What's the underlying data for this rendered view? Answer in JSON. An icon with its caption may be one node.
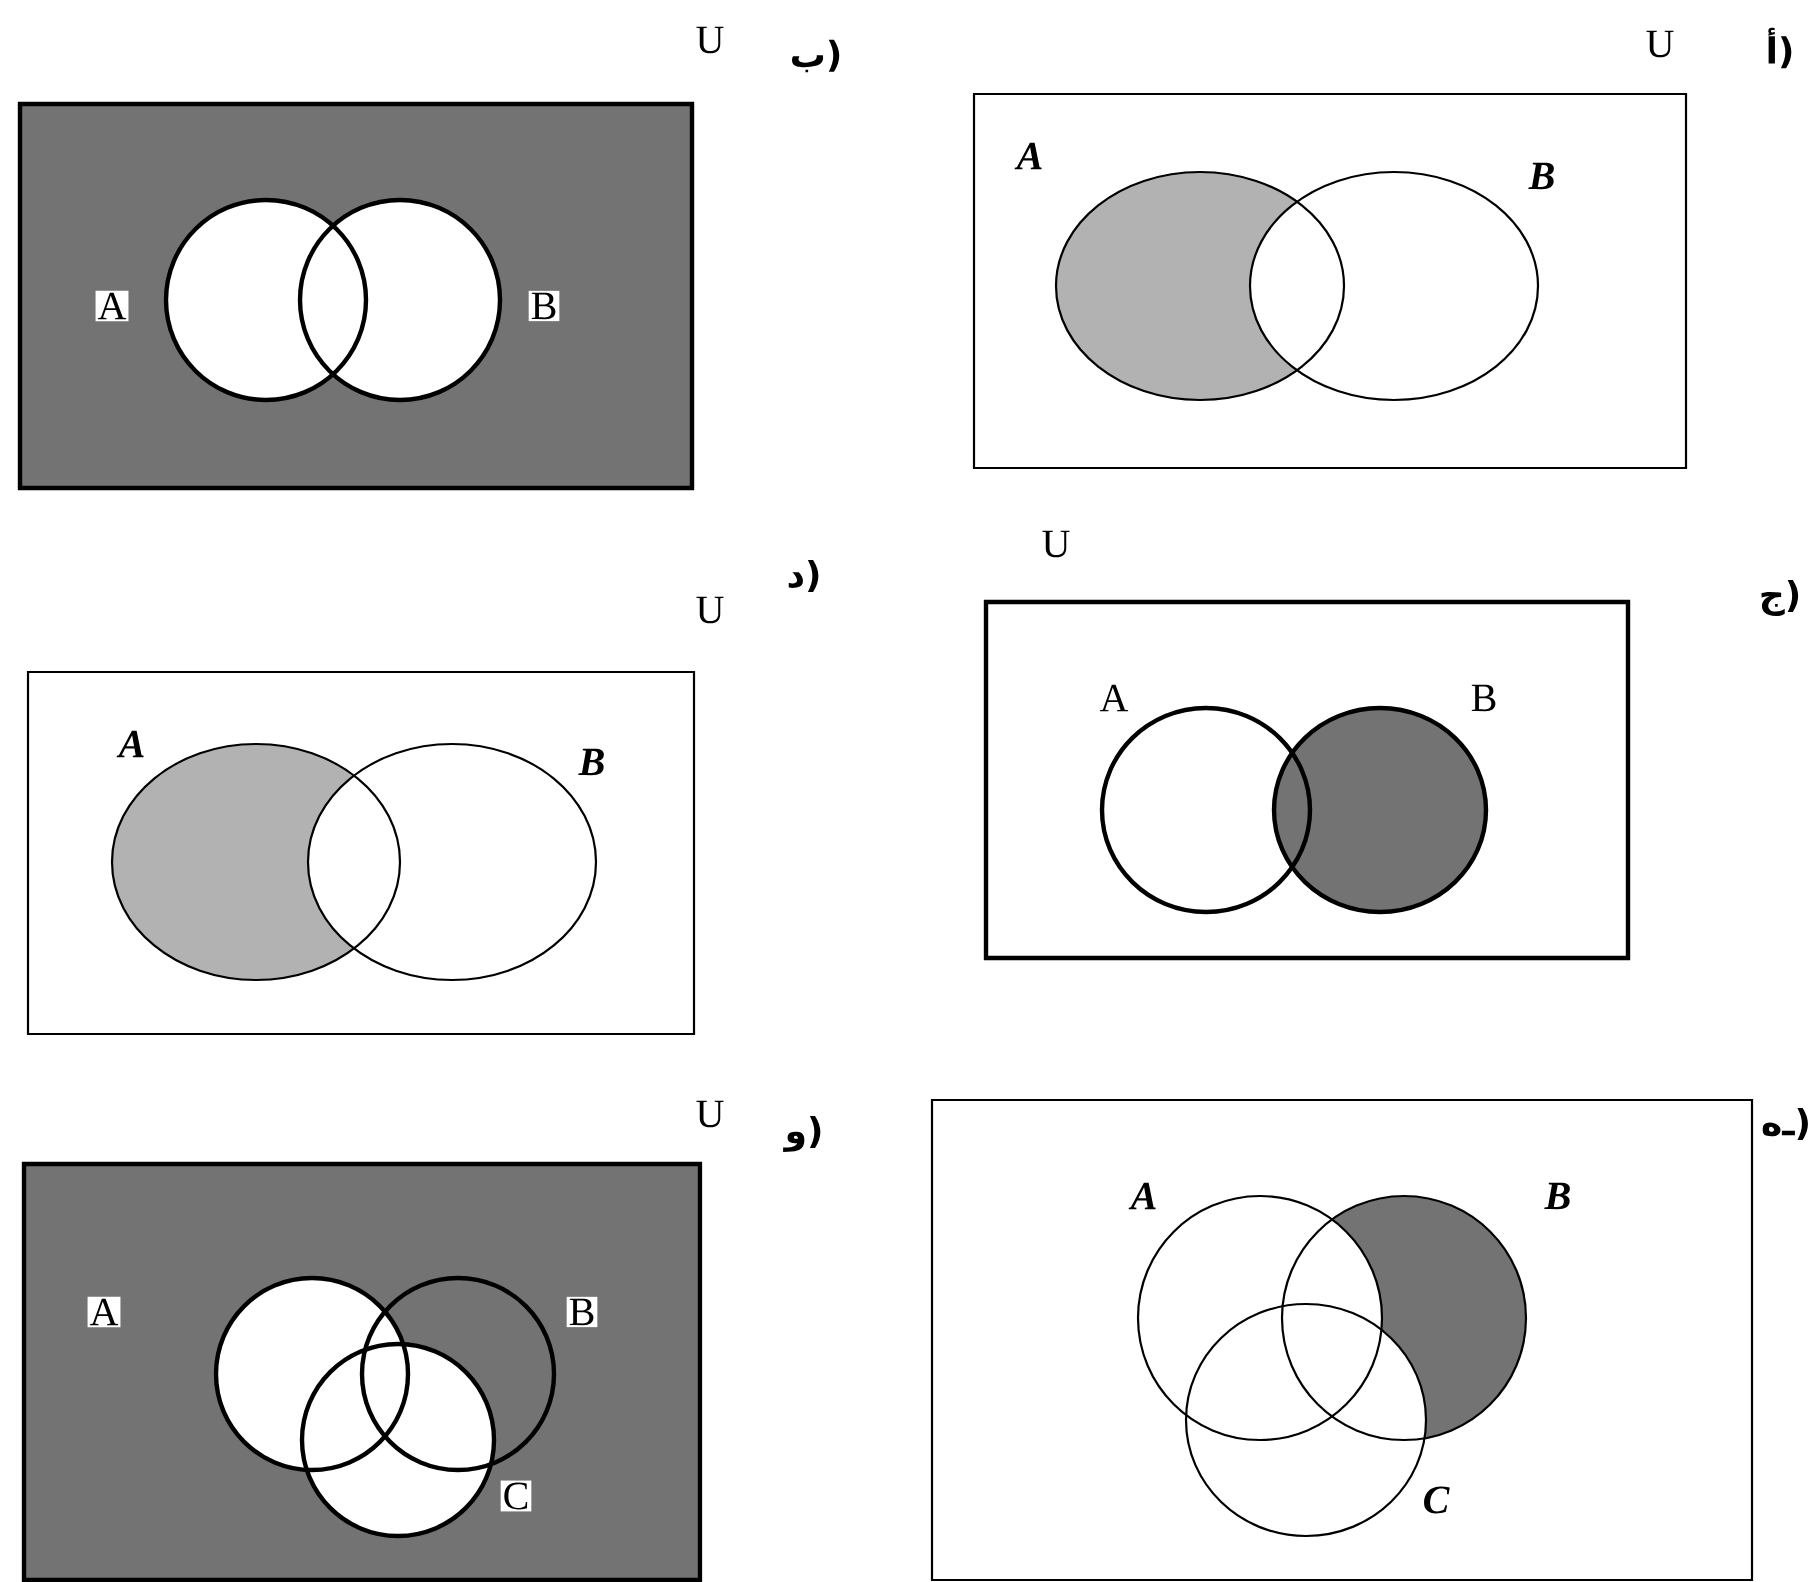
{
  "diagram": {
    "nodes": [
      {
        "text": [
          "U"
        ],
        "beside": [
          "أ)"
        ]
      },
      {
        "text": [
          "A"
        ],
        "in": 0
      },
      {
        "text": [
          "B"
        ],
        "in": 0
      },
      {
        "text": [
          "U"
        ],
        "beside": [
          "ب)"
        ]
      },
      {
        "text": [
          "A"
        ],
        "in": 3
      },
      {
        "text": [
          "B"
        ],
        "in": 3
      },
      {
        "text": [
          "U"
        ],
        "beside": [
          "ج)"
        ]
      },
      {
        "text": [
          "A"
        ],
        "in": 6
      },
      {
        "text": [
          "B"
        ],
        "in": 6
      },
      {
        "text": [
          "U"
        ],
        "beside": [
          "د)"
        ]
      },
      {
        "text": [
          "A"
        ],
        "in": 9
      },
      {
        "text": [
          "B"
        ],
        "in": 9
      },
      {
        "text": [],
        "shape": "box",
        "beside": [
          "هـ)"
        ]
      },
      {
        "text": [
          "A"
        ],
        "in": 12
      },
      {
        "text": [
          "B"
        ],
        "in": 12
      },
      {
        "text": [
          "C"
        ],
        "in": 12
      },
      {
        "text": [
          "U"
        ],
        "beside": [
          "و)"
        ]
      },
      {
        "text": [
          "A"
        ],
        "in": 16
      },
      {
        "text": [
          "B"
        ],
        "in": 16
      },
      {
        "text": [
          "C"
        ],
        "in": 16
      }
    ]
  }
}
